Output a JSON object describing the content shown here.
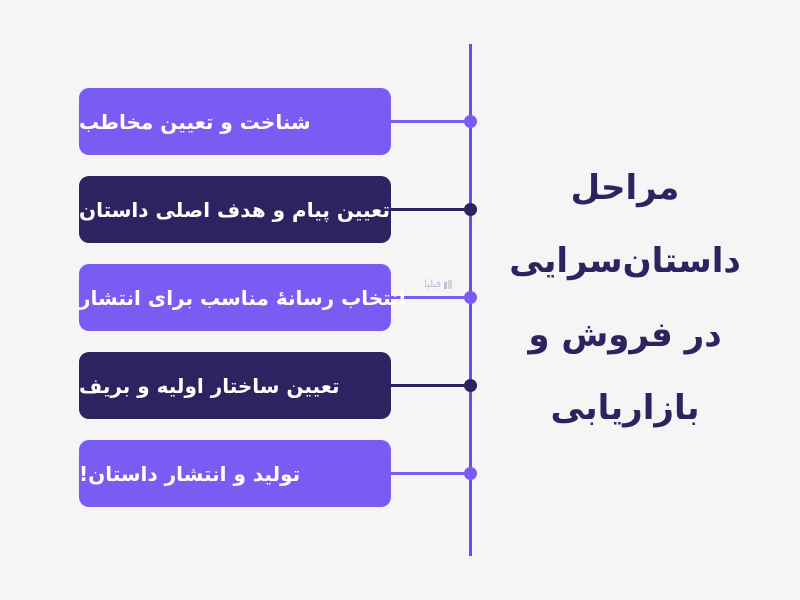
{
  "title": {
    "lines": [
      "مراحل",
      "داستان‌سرایی",
      "در فروش و",
      "بازاریابی"
    ]
  },
  "steps": [
    {
      "label": "شناخت و تعیین مخاطب",
      "variant": "light"
    },
    {
      "label": "تعیین پیام و هدف اصلی داستان",
      "variant": "dark"
    },
    {
      "label": "انتخاب رسانهٔ مناسب برای انتشار",
      "variant": "light"
    },
    {
      "label": "تعیین ساختار اولیه و بریف",
      "variant": "dark"
    },
    {
      "label": "تولید و انتشار داستان!",
      "variant": "light"
    }
  ],
  "watermark": {
    "text": "فیلیا",
    "icon": "filia-logo-icon"
  },
  "colors": {
    "background": "#f5f5f5",
    "light": "#7b5cf2",
    "dark": "#2c2460",
    "timeline": "#6c4cf0"
  }
}
